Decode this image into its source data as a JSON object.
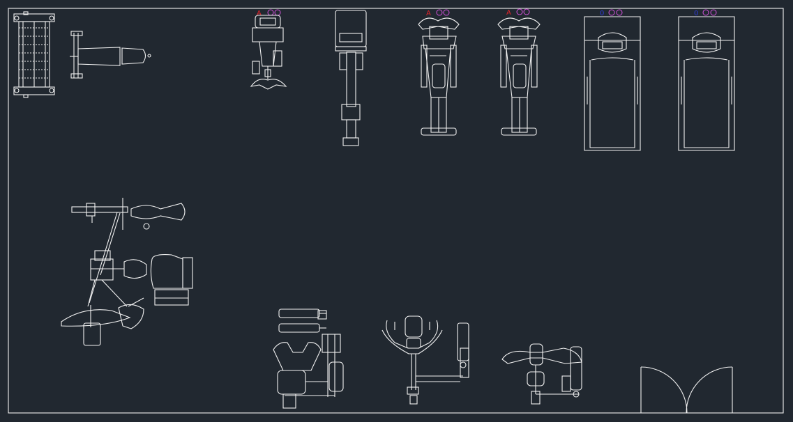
{
  "drawing": {
    "background": "#212830",
    "line_color": "#f2f2f2",
    "layer_colors": {
      "red": "#e0242a",
      "magenta": "#c84fd0",
      "blue": "#2e3ad8"
    },
    "equipment": [
      "rowing-machine-plan",
      "weight-bench-plan",
      "elliptical-plan",
      "stair-stepper-plan",
      "upright-bike-plan-1",
      "upright-bike-plan-2",
      "treadmill-plan-1",
      "treadmill-plan-2",
      "multi-station-gym-plan",
      "leg-press-machine-plan",
      "chest-press-machine-plan",
      "shoulder-press-machine-plan",
      "double-door-swing"
    ]
  }
}
